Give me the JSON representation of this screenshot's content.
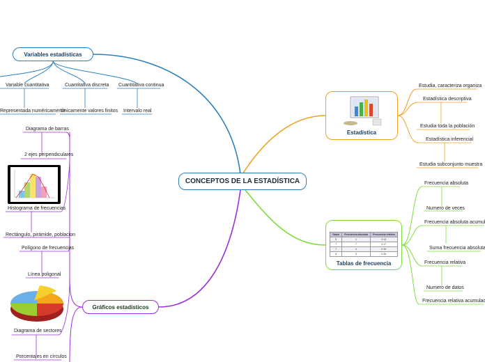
{
  "center": "CONCEPTOS DE LA ESTADÍSTICA",
  "variables": {
    "title": "Variables estadísticas",
    "items": [
      {
        "label": "Variable cuantitativa",
        "child": "Representada numéricamente"
      },
      {
        "label": "Cuantitativa discreta",
        "child": "Únicamente valores finitos"
      },
      {
        "label": "Cuantitativa continua",
        "child": "Intervalo real"
      }
    ]
  },
  "graficos": {
    "title": "Gráficos estadísticos",
    "items": [
      {
        "label": "Diagrama de barras",
        "child": "2 ejes perpendiculares"
      },
      {
        "label": "Histograma de frecuencias",
        "child": "Rectángulo, pirámide, poblacion"
      },
      {
        "label": "Polígono de frecuencias",
        "child": "Línea poligonal"
      },
      {
        "label": "Diagrama de sectores",
        "child": "Porcentajes en círculos"
      }
    ]
  },
  "estadistica": {
    "title": "Estadística",
    "items": [
      "Estudia, caracteriza organiza",
      "Estadística descriptiva",
      "Estudia toda la población",
      "Estadística inferencial",
      "Estudia subconjunto muestra"
    ]
  },
  "tablas": {
    "title": "Tablas de frecuencia",
    "table": {
      "headers": [
        "Datos",
        "Frecuencia absoluta",
        "Frecuencia relativa"
      ],
      "rows": [
        [
          "5",
          "1",
          "0.14"
        ],
        [
          "7",
          "7",
          "0.17"
        ],
        [
          "7",
          "4",
          "0.16"
        ],
        [
          "8",
          "3",
          "0.26"
        ]
      ]
    },
    "items": [
      "Frecuencia absoluta",
      "Numero de veces",
      "Frecuencia absoluta acumulada",
      "Suma frecuencia absoluta",
      "Frecuencia relativa",
      "Numero de datos",
      "Frecuencia relativa acumulada"
    ]
  },
  "colors": {
    "blue": "#2a7fbf",
    "purple": "#9b30d9",
    "orange": "#f0a020",
    "green": "#7ddc3c"
  }
}
